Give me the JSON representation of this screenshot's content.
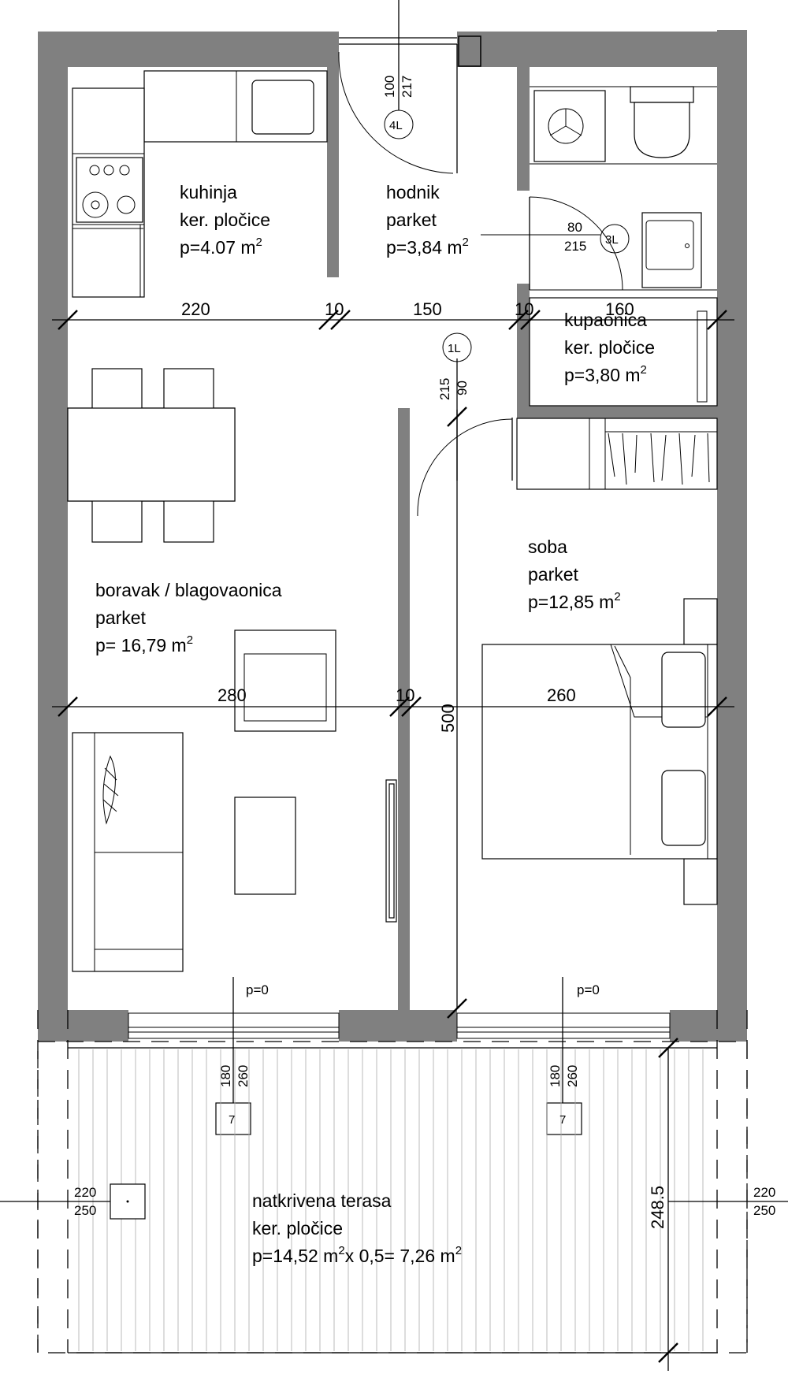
{
  "rooms": {
    "kuhinja": {
      "name": "kuhinja",
      "floor": "ker. pločice",
      "area": "p=4.07 m",
      "unit_exp": "2"
    },
    "hodnik": {
      "name": "hodnik",
      "floor": "parket",
      "area": "p=3,84 m",
      "unit_exp": "2"
    },
    "kupaonica": {
      "name": "kupaonica",
      "floor": "ker. pločice",
      "area": "p=3,80 m",
      "unit_exp": "2"
    },
    "boravak": {
      "name": "boravak / blagovaonica",
      "floor": "parket",
      "area": "p= 16,79 m",
      "unit_exp": "2"
    },
    "soba": {
      "name": "soba",
      "floor": "parket",
      "area": "p=12,85 m",
      "unit_exp": "2"
    },
    "terasa": {
      "name": "natkrivena terasa",
      "floor": "ker. pločice",
      "area_a": "p=14,52 m",
      "area_b": "x 0,5= 7,26 m",
      "unit_exp": "2"
    }
  },
  "dimensions": {
    "d220": "220",
    "d10a": "10",
    "d150": "150",
    "d10b": "10",
    "d160": "160",
    "d280": "280",
    "d10c": "10",
    "d260": "260",
    "d500": "500",
    "d248": "248.5"
  },
  "doors": {
    "door_4L": {
      "tag": "4L",
      "w": "100",
      "h": "217"
    },
    "door_3L": {
      "tag": "3L",
      "w": "80",
      "h": "215"
    },
    "door_1L": {
      "tag": "1L",
      "w": "90",
      "h": "215"
    }
  },
  "windows": {
    "win_left": {
      "tag": "7",
      "w": "180",
      "h": "260",
      "sill": "p=0"
    },
    "win_right": {
      "tag": "7",
      "w": "180",
      "h": "260",
      "sill": "p=0"
    },
    "col_left": {
      "w": "220",
      "h": "250"
    },
    "col_right": {
      "w": "220",
      "h": "250"
    }
  }
}
